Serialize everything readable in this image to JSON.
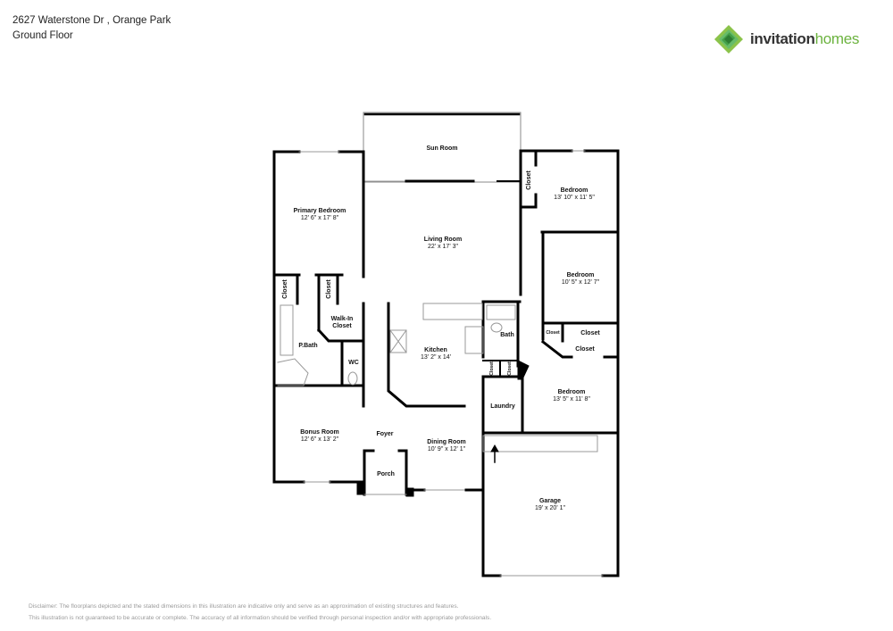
{
  "header": {
    "address": "2627 Waterstone Dr , Orange Park",
    "floor": "Ground Floor"
  },
  "logo": {
    "word1": "invitation",
    "word2": "homes",
    "brand_colors": {
      "dark_green": "#2e7d32",
      "light_green": "#8bc34a",
      "text": "#333333",
      "accent": "#6cb33f"
    }
  },
  "rooms": {
    "sun_room": {
      "name": "Sun Room",
      "dims": ""
    },
    "primary_bedroom": {
      "name": "Primary Bedroom",
      "dims": "12' 6\" x 17' 8\""
    },
    "living_room": {
      "name": "Living Room",
      "dims": "22' x 17' 3\""
    },
    "bedroom_1": {
      "name": "Bedroom",
      "dims": "13' 10\" x 11' 5\""
    },
    "bedroom_2": {
      "name": "Bedroom",
      "dims": "10' 5\" x 12' 7\""
    },
    "bedroom_3": {
      "name": "Bedroom",
      "dims": "13' 5\" x 11' 8\""
    },
    "kitchen": {
      "name": "Kitchen",
      "dims": "13' 2\" x 14'"
    },
    "bath": {
      "name": "Bath"
    },
    "p_bath": {
      "name": "P.Bath"
    },
    "wc": {
      "name": "WC"
    },
    "walk_in_closet": {
      "name1": "Walk-In",
      "name2": "Closet"
    },
    "laundry": {
      "name": "Laundry"
    },
    "bonus_room": {
      "name": "Bonus Room",
      "dims": "12' 6\" x 13' 2\""
    },
    "foyer": {
      "name": "Foyer"
    },
    "dining_room": {
      "name": "Dining Room",
      "dims": "10' 9\" x 12' 1\""
    },
    "porch": {
      "name": "Porch"
    },
    "garage": {
      "name": "Garage",
      "dims": "19' x 20' 1\""
    },
    "closet_label": "Closet"
  },
  "disclaimer": {
    "line1": "Disclaimer: The floorplans depicted and the stated dimensions in this illustration are indicative only and serve as an approximation of existing structures and features.",
    "line2": "This illustration is not guaranteed to be accurate or complete. The accuracy of all information should be verified through personal inspection and/or with appropriate professionals."
  }
}
